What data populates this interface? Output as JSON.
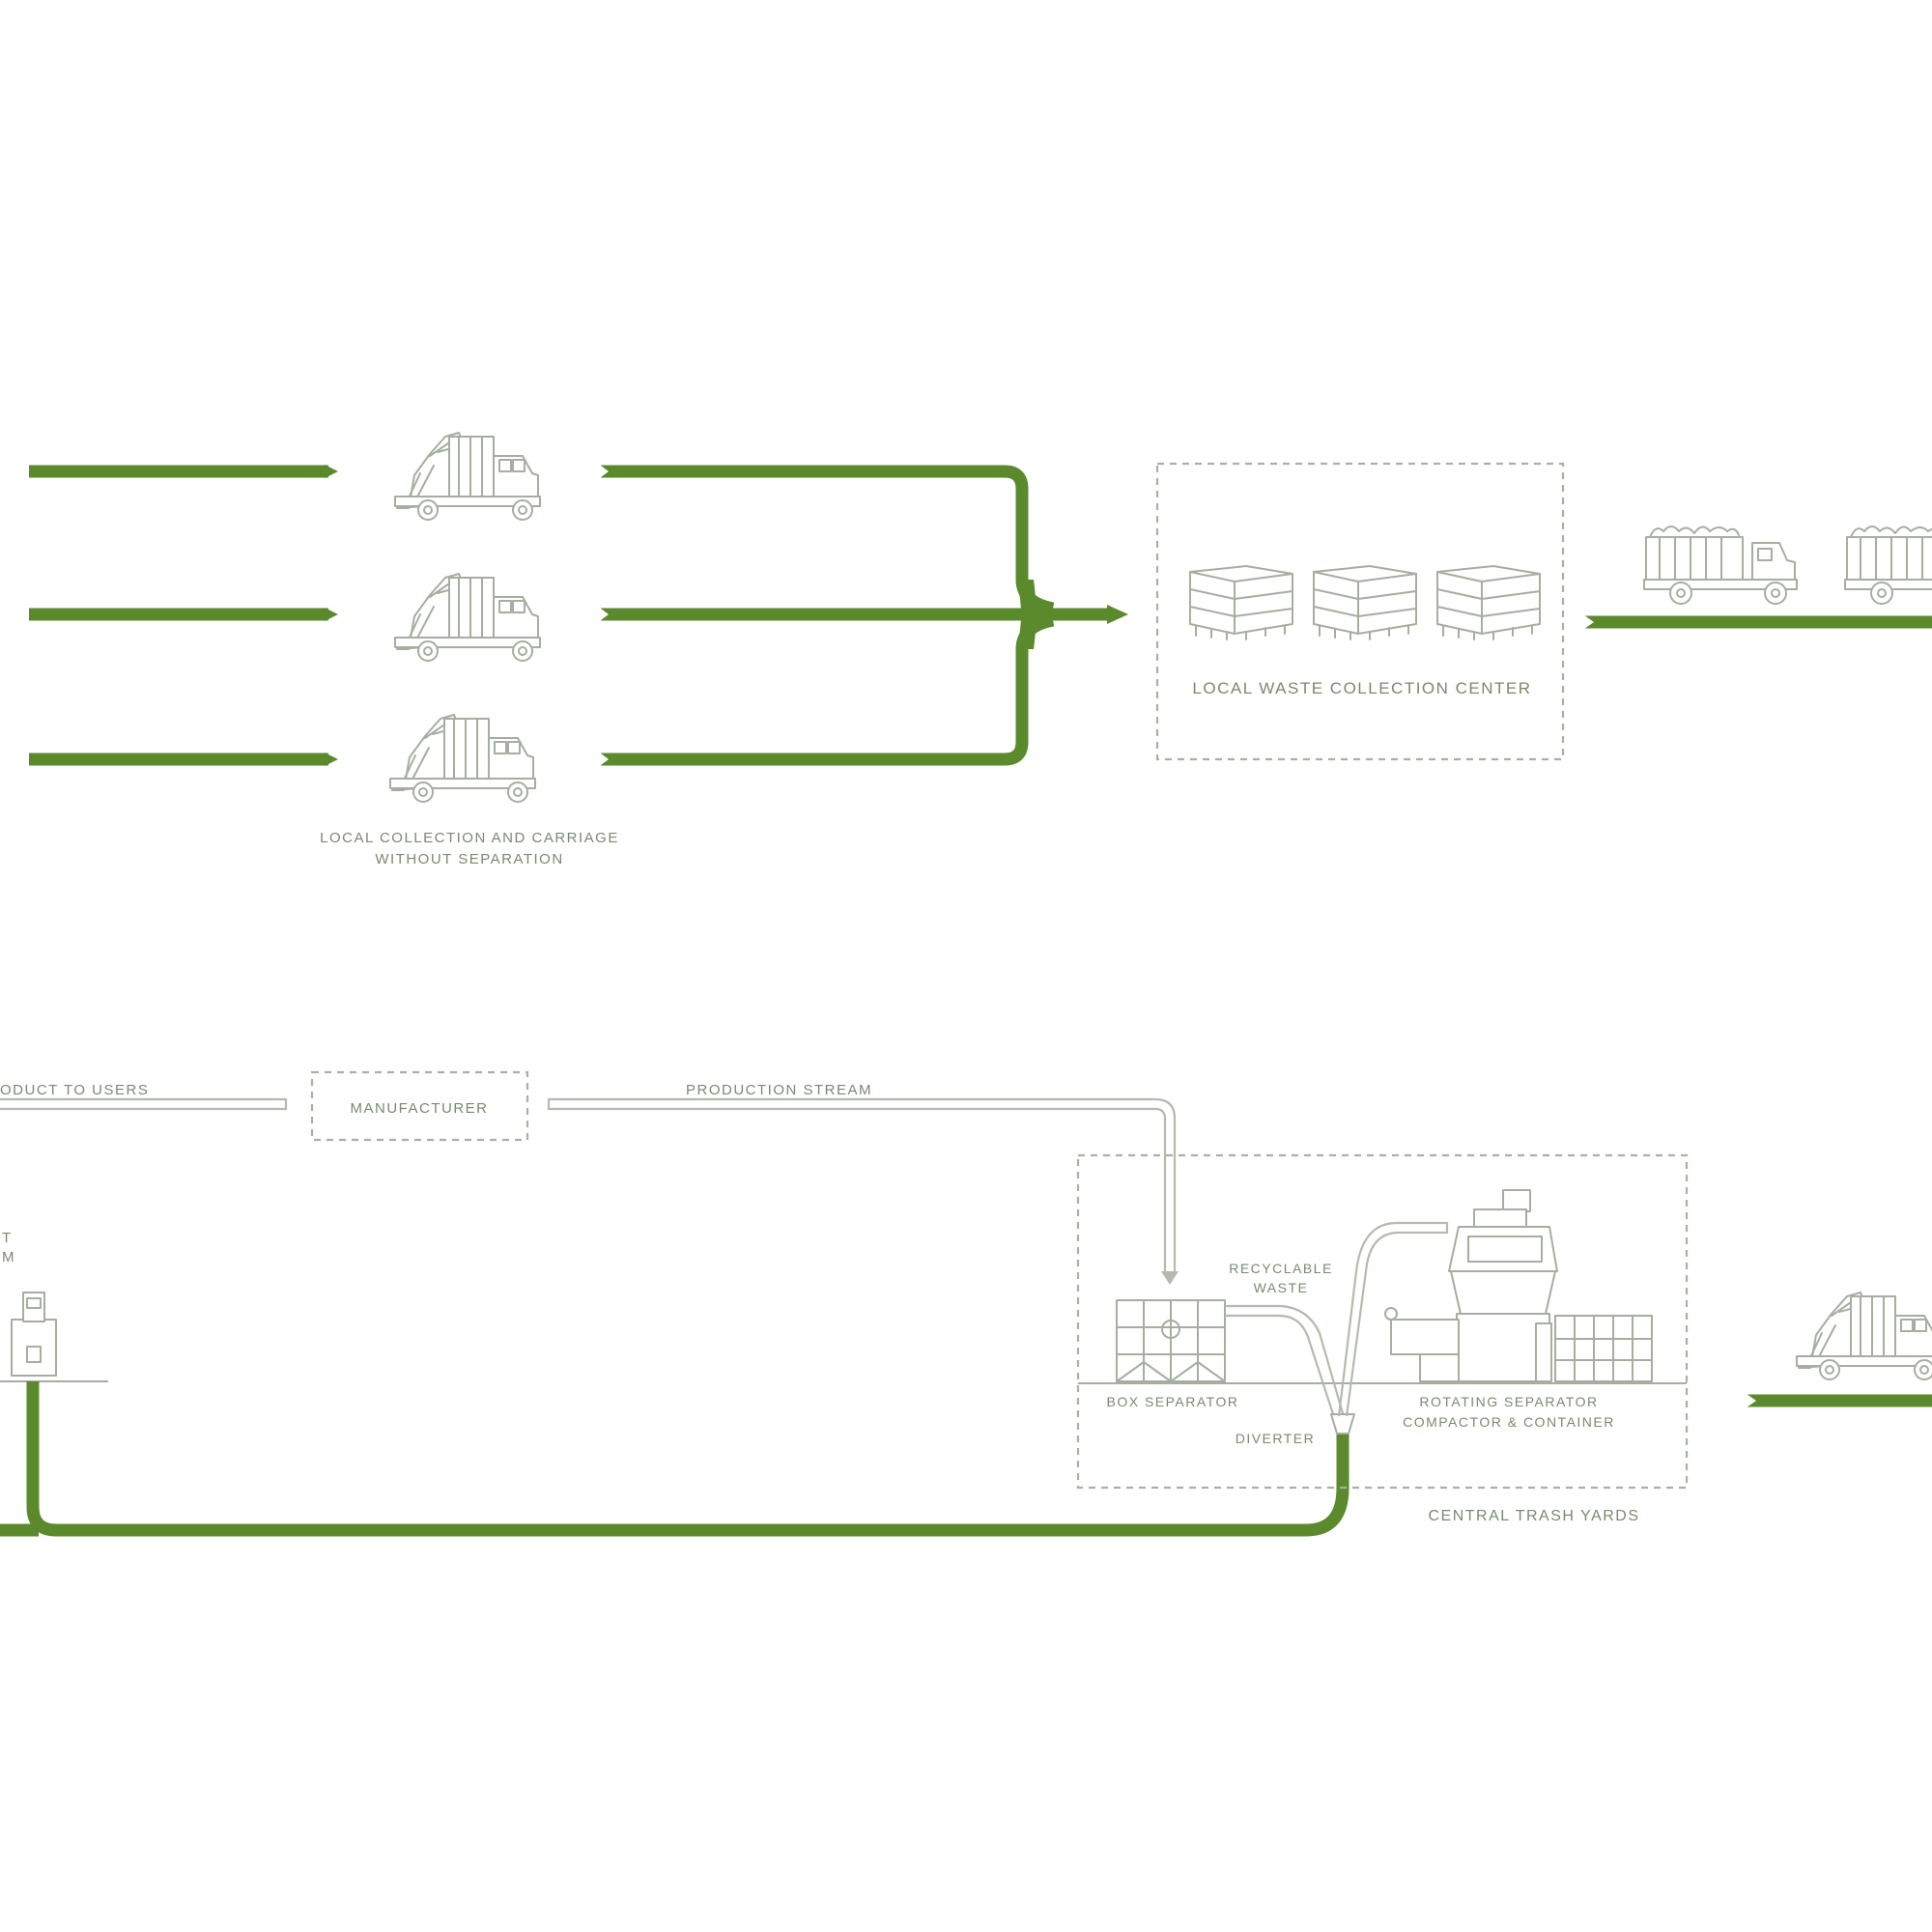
{
  "colors": {
    "flow_green": "#5b8a2c",
    "sketch_grey": "#a6aea0",
    "label_grey": "#7a8a6e",
    "background": "#ffffff"
  },
  "top_section": {
    "collection_trucks_label_line1": "LOCAL COLLECTION AND CARRIAGE",
    "collection_trucks_label_line2": "WITHOUT SEPARATION",
    "collection_center_label": "LOCAL WASTE COLLECTION CENTER",
    "icons": [
      "garbage-truck-icon",
      "waste-bale-icon",
      "flatbed-truck-icon"
    ]
  },
  "bottom_section": {
    "product_to_users_label": "ODUCT TO USERS",
    "manufacturer_label": "MANUFACTURER",
    "production_stream_label": "PRODUCTION STREAM",
    "left_cut_label_line1": "T",
    "left_cut_label_line2": "M",
    "recyclable_waste_line1": "RECYCLABLE",
    "recyclable_waste_line2": "WASTE",
    "box_separator_label": "BOX SEPARATOR",
    "diverter_label": "DIVERTER",
    "rotating_separator_line1": "ROTATING SEPARATOR",
    "rotating_separator_line2": "COMPACTOR & CONTAINER",
    "central_trash_yards_label": "CENTRAL TRASH YARDS",
    "icons": [
      "waste-inlet-icon",
      "box-separator-icon",
      "rotating-separator-icon",
      "garbage-truck-icon"
    ]
  }
}
